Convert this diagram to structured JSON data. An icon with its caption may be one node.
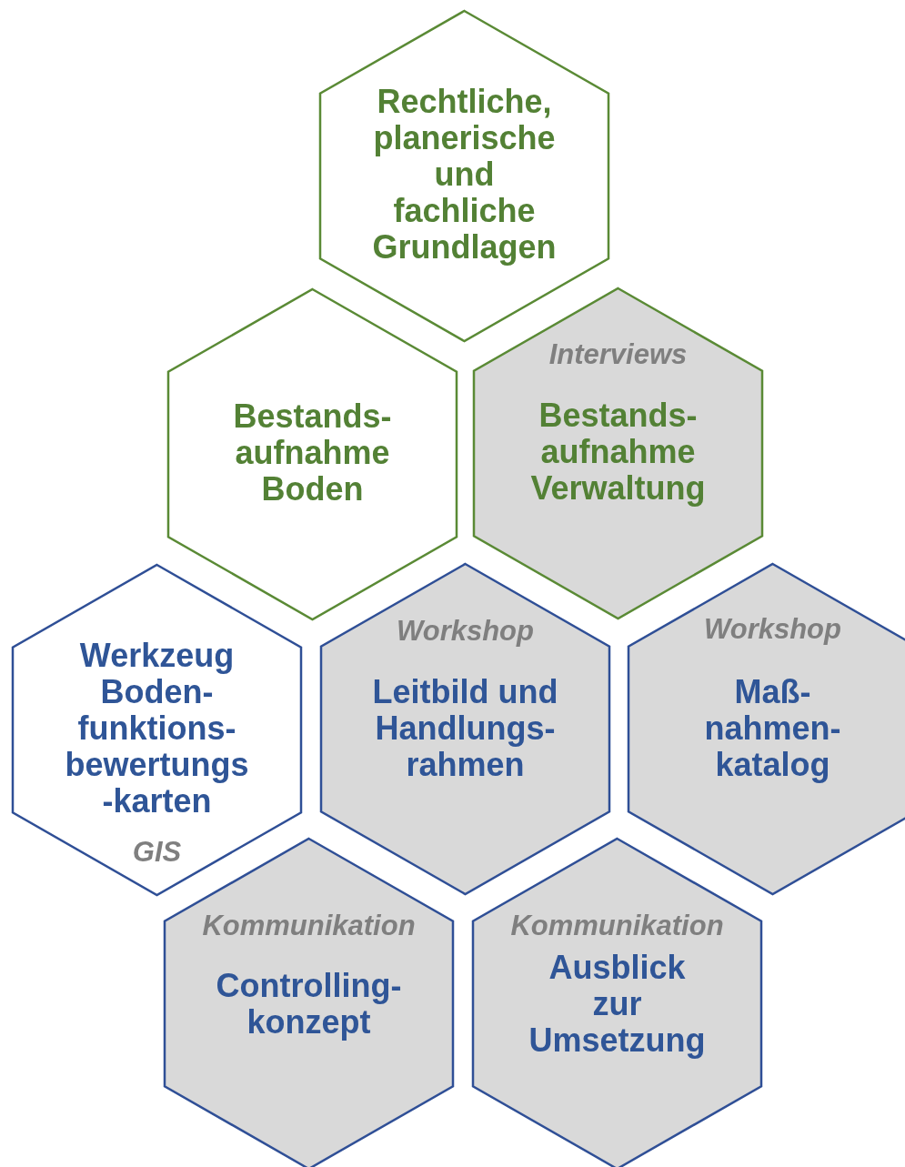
{
  "diagram": {
    "nodes": [
      {
        "text": [
          "Rechtliche, planerische und fachliche Grundlagen"
        ]
      },
      {
        "text": [
          "Bestands- aufnahme Boden"
        ]
      },
      {
        "text": [
          "Interviews",
          "Bestands- aufnahme Verwaltung"
        ]
      },
      {
        "text": [
          "Werkzeug Boden- funktions- bewertungs -karten",
          "GIS"
        ]
      },
      {
        "text": [
          "Workshop",
          "Leitbild und Handlungs- rahmen"
        ]
      },
      {
        "text": [
          "Workshop",
          "Maß- nahmen- katalog"
        ]
      },
      {
        "text": [
          "Kommunikation",
          "Controlling- konzept"
        ]
      },
      {
        "text": [
          "Kommunikation",
          "Ausblick zur Umsetzung"
        ]
      }
    ]
  }
}
